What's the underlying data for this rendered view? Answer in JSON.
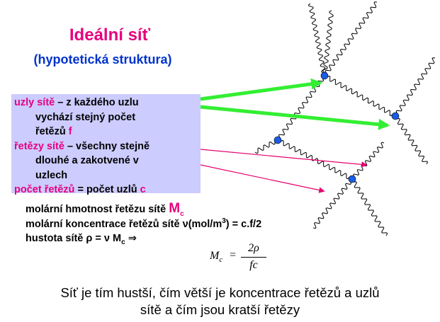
{
  "title": "Ideální síť",
  "subtitle": "(hypotetická struktura)",
  "box": {
    "l1_key": "uzly sítě",
    "l1_rest": " – z každého uzlu",
    "l2": "vychází stejný počet",
    "l3_pre": "řetězů ",
    "l3_f": "f",
    "l4_key": "řetězy sítě",
    "l4_rest": " – všechny stejně",
    "l5": "dlouhé a zakotvené v",
    "l6": "uzlech",
    "l7_key": "počet řetězů",
    "l7_mid": " = počet uzlů ",
    "l7_c": "c"
  },
  "formulas": {
    "f1_pre": "molární hmotnost řetězu sítě ",
    "f1_M": "M",
    "f1_sub": "c",
    "f2_pre": "molární koncentrace řetězů sítě  ",
    "f2_nu": "ν",
    "f2_mid": "(mol/m",
    "f2_sup": "3",
    "f2_post": ") = c.f/2",
    "f3_pre": "hustota sítě ",
    "f3_rho": "ρ",
    "f3_eq": " = ",
    "f3_nu": "ν",
    "f3_M": " M",
    "f3_sub": "c",
    "f3_arrow": " ⇒"
  },
  "equation": {
    "lhs": "M",
    "lhs_sub": "c",
    "eq": "=",
    "num": "2ρ",
    "den": "fc"
  },
  "bottom": {
    "line1": "Síť je tím hustší, čím větší je koncentrace řetězů a uzlů",
    "line2": "sítě a čím jsou kratší řetězy"
  },
  "colors": {
    "magenta": "#e6007e",
    "blue": "#0033cc",
    "box": "#ccccff",
    "green_arrow": "#33ee33",
    "red_arrow": "#e6006e",
    "node": "#1a5ce6"
  }
}
